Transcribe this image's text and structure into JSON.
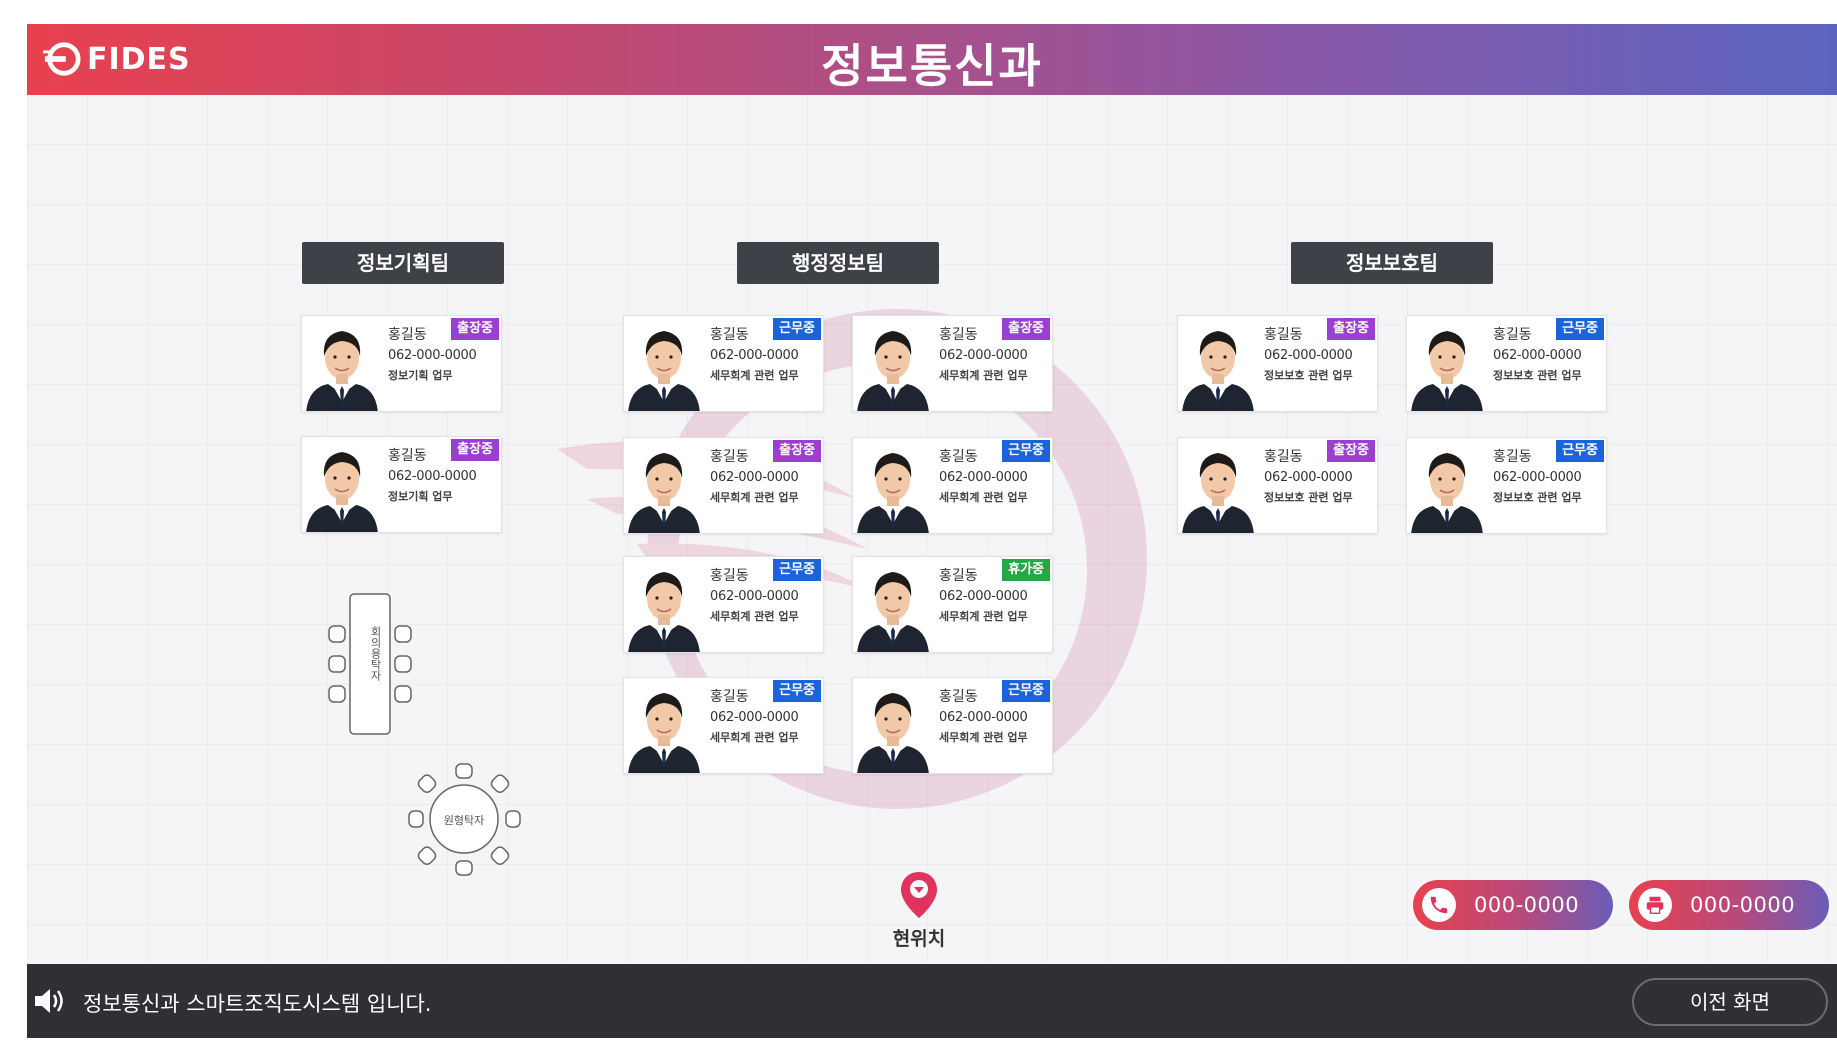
{
  "header": {
    "logo_text": "FIDES",
    "title": "정보통신과"
  },
  "colors": {
    "status_business_trip": "#9b3fd1",
    "status_working": "#1a63d8",
    "status_vacation": "#23a845",
    "footer_bg": "#2e3035"
  },
  "teams": [
    {
      "label": "정보기획팀",
      "members": [
        {
          "name": "홍길동",
          "phone": "062-000-0000",
          "duty": "정보기획 업무",
          "status": "출장중",
          "status_type": "business_trip"
        },
        {
          "name": "홍길동",
          "phone": "062-000-0000",
          "duty": "정보기획 업무",
          "status": "출장중",
          "status_type": "business_trip"
        }
      ]
    },
    {
      "label": "행정정보팀",
      "members": [
        {
          "name": "홍길동",
          "phone": "062-000-0000",
          "duty": "세무회계 관련 업무",
          "status": "근무중",
          "status_type": "working"
        },
        {
          "name": "홍길동",
          "phone": "062-000-0000",
          "duty": "세무회계 관련 업무",
          "status": "출장중",
          "status_type": "business_trip"
        },
        {
          "name": "홍길동",
          "phone": "062-000-0000",
          "duty": "세무회계 관련 업무",
          "status": "출장중",
          "status_type": "business_trip"
        },
        {
          "name": "홍길동",
          "phone": "062-000-0000",
          "duty": "세무회계 관련 업무",
          "status": "근무중",
          "status_type": "working"
        },
        {
          "name": "홍길동",
          "phone": "062-000-0000",
          "duty": "세무회계 관련 업무",
          "status": "근무중",
          "status_type": "working"
        },
        {
          "name": "홍길동",
          "phone": "062-000-0000",
          "duty": "세무회계 관련 업무",
          "status": "휴가중",
          "status_type": "vacation"
        },
        {
          "name": "홍길동",
          "phone": "062-000-0000",
          "duty": "세무회계 관련 업무",
          "status": "근무중",
          "status_type": "working"
        },
        {
          "name": "홍길동",
          "phone": "062-000-0000",
          "duty": "세무회계 관련 업무",
          "status": "근무중",
          "status_type": "working"
        }
      ]
    },
    {
      "label": "정보보호팀",
      "members": [
        {
          "name": "홍길동",
          "phone": "062-000-0000",
          "duty": "정보보호 관련 업무",
          "status": "출장중",
          "status_type": "business_trip"
        },
        {
          "name": "홍길동",
          "phone": "062-000-0000",
          "duty": "정보보호 관련 업무",
          "status": "근무중",
          "status_type": "working"
        },
        {
          "name": "홍길동",
          "phone": "062-000-0000",
          "duty": "정보보호 관련 업무",
          "status": "출장중",
          "status_type": "business_trip"
        },
        {
          "name": "홍길동",
          "phone": "062-000-0000",
          "duty": "정보보호 관련 업무",
          "status": "근무중",
          "status_type": "working"
        }
      ]
    }
  ],
  "furniture": {
    "meeting_table": "회의용탁자",
    "round_table": "원형탁자"
  },
  "location_pin": {
    "label": "현위치",
    "icon": "map-pin-icon"
  },
  "contacts": {
    "phone": {
      "number": "000-0000",
      "icon": "phone-icon"
    },
    "fax": {
      "number": "000-0000",
      "icon": "fax-icon"
    }
  },
  "footer": {
    "message": "정보통신과 스마트조직도시스템 입니다.",
    "speaker_icon": "speaker-icon",
    "back_button": "이전 화면"
  }
}
